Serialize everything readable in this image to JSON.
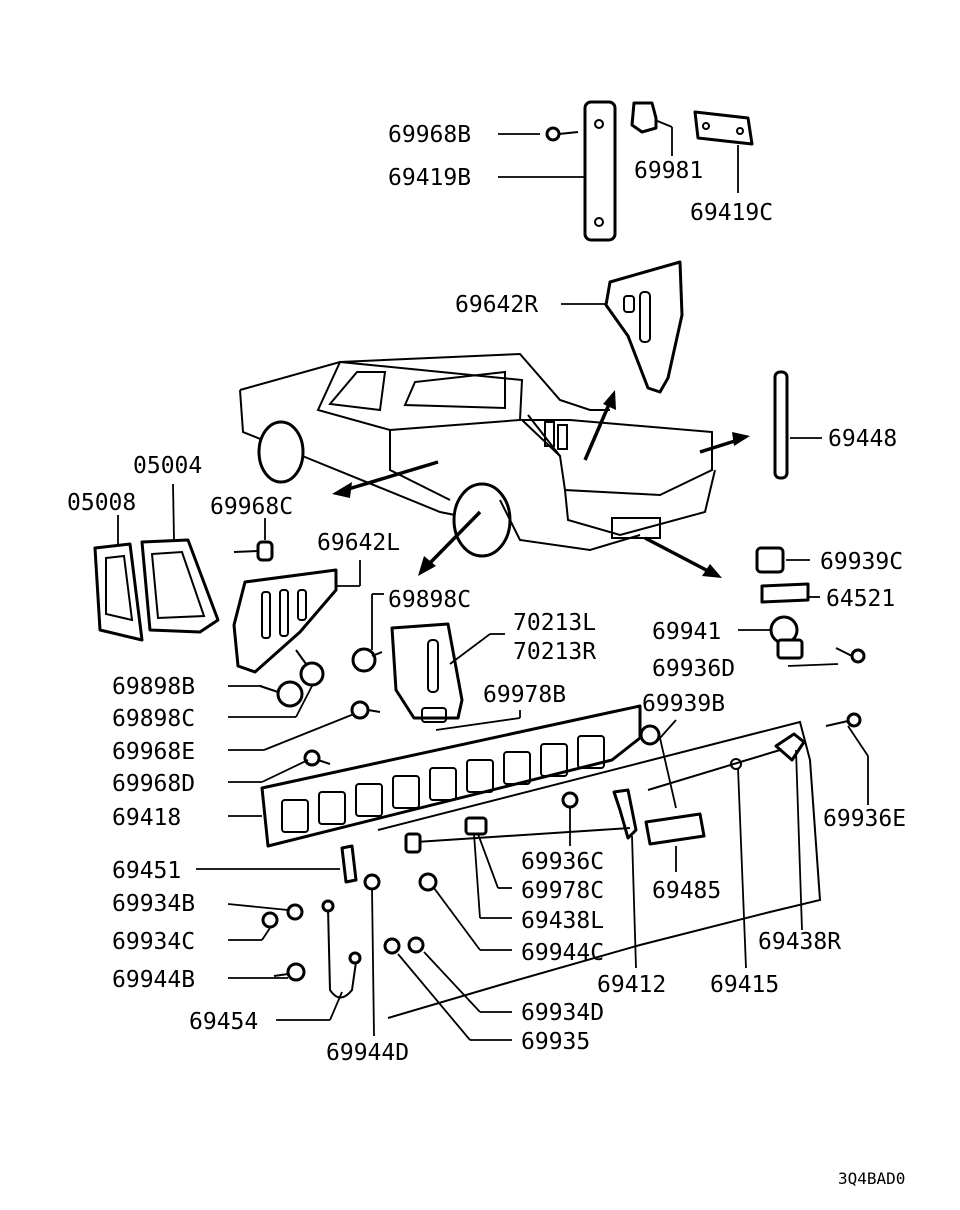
{
  "diagram": {
    "code": "3Q4BAD0",
    "labels": {
      "p69968B": "69968B",
      "p69419B": "69419B",
      "p69981": "69981",
      "p69419C": "69419C",
      "p69642R": "69642R",
      "p69448": "69448",
      "p05004": "05004",
      "p05008": "05008",
      "p69968C": "69968C",
      "p69642L": "69642L",
      "p69898C_top": "69898C",
      "p70213L": "70213L",
      "p70213R": "70213R",
      "p69939C": "69939C",
      "p64521": "64521",
      "p69941": "69941",
      "p69936D": "69936D",
      "p69898B": "69898B",
      "p69898C": "69898C",
      "p69978B": "69978B",
      "p69939B": "69939B",
      "p69968E": "69968E",
      "p69968D": "69968D",
      "p69418": "69418",
      "p69936E": "69936E",
      "p69936C": "69936C",
      "p69451": "69451",
      "p69978C": "69978C",
      "p69485": "69485",
      "p69934B": "69934B",
      "p69438L": "69438L",
      "p69934C": "69934C",
      "p69944C": "69944C",
      "p69438R": "69438R",
      "p69944B": "69944B",
      "p69412": "69412",
      "p69415": "69415",
      "p69454": "69454",
      "p69934D": "69934D",
      "p69935": "69935",
      "p69944D": "69944D"
    }
  }
}
